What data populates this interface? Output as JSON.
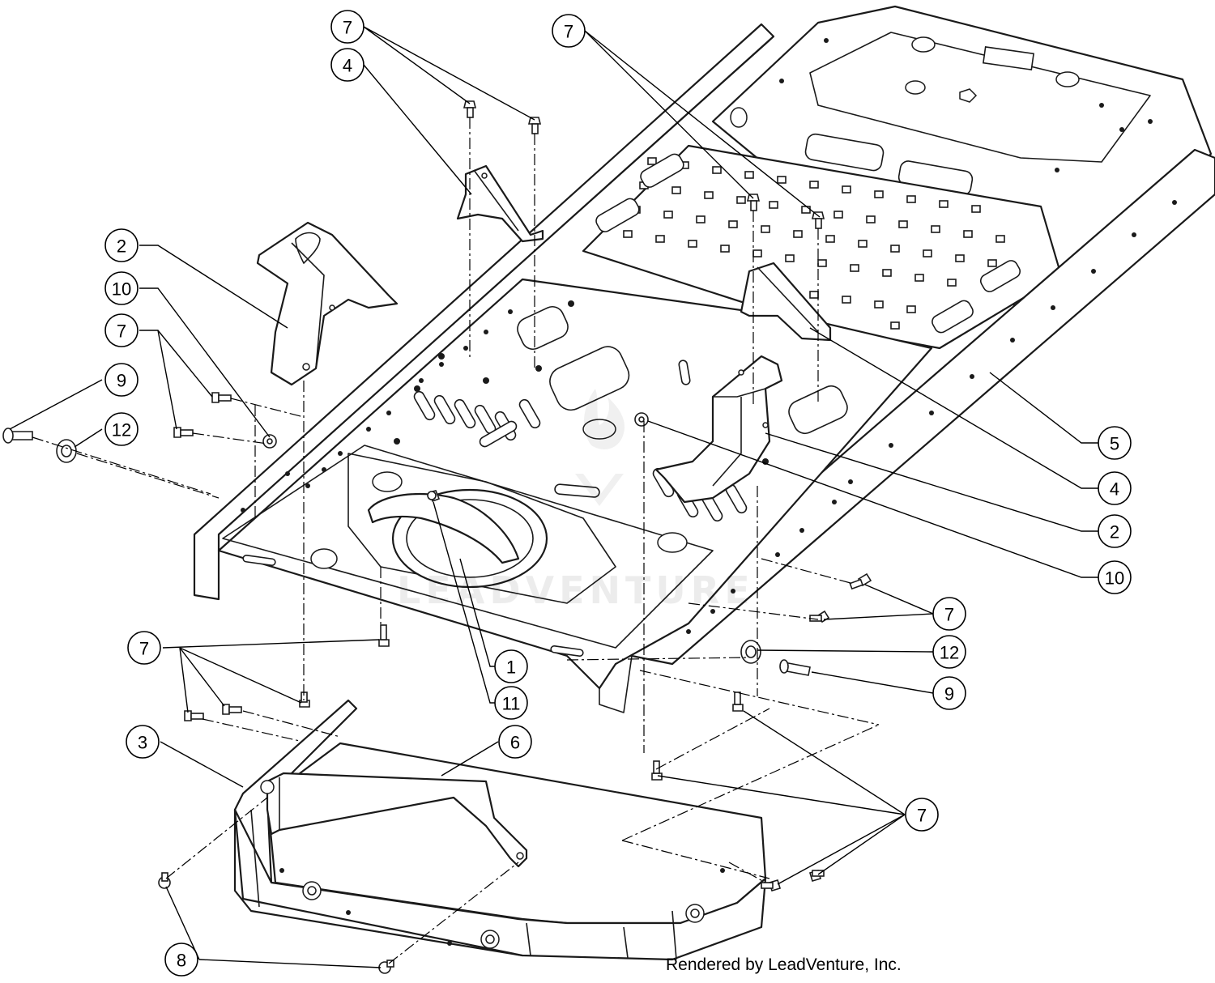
{
  "callouts": [
    {
      "id": "c1",
      "label": "7"
    },
    {
      "id": "c2",
      "label": "4"
    },
    {
      "id": "c3",
      "label": "7"
    },
    {
      "id": "c4",
      "label": "2"
    },
    {
      "id": "c5",
      "label": "10"
    },
    {
      "id": "c6",
      "label": "7"
    },
    {
      "id": "c7",
      "label": "9"
    },
    {
      "id": "c8",
      "label": "12"
    },
    {
      "id": "c9",
      "label": "5"
    },
    {
      "id": "c10",
      "label": "4"
    },
    {
      "id": "c11",
      "label": "2"
    },
    {
      "id": "c12",
      "label": "10"
    },
    {
      "id": "c13",
      "label": "7"
    },
    {
      "id": "c14",
      "label": "12"
    },
    {
      "id": "c15",
      "label": "9"
    },
    {
      "id": "c16",
      "label": "1"
    },
    {
      "id": "c17",
      "label": "11"
    },
    {
      "id": "c18",
      "label": "7"
    },
    {
      "id": "c19",
      "label": "3"
    },
    {
      "id": "c20",
      "label": "6"
    },
    {
      "id": "c21",
      "label": "7"
    },
    {
      "id": "c22",
      "label": "8"
    }
  ],
  "watermark": "LEADVENTURE",
  "credit": "Rendered by LeadVenture, Inc."
}
